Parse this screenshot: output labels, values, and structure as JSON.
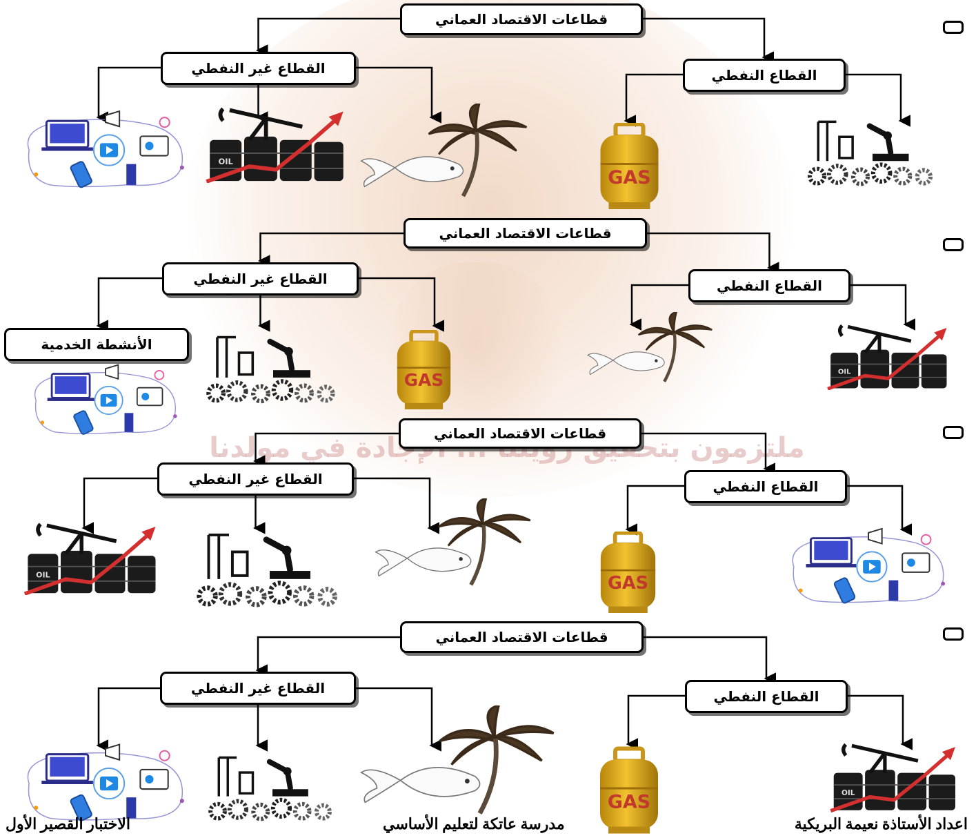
{
  "background": {
    "watermark_text": "ملتزمون بتحقيق رؤيتنا ... الإجادة في مولدنا",
    "accent_color": "#c0392b"
  },
  "questions": [
    {
      "root": "قطاعات الاقتصاد العماني",
      "left_branch": "القطاع غير النفطي",
      "right_branch": "القطاع النفطي",
      "left_items": [
        "media-icon",
        "oil-barrels-icon",
        "palm-fish-icon"
      ],
      "right_items": [
        "gas-cylinder-icon",
        "industry-gears-icon"
      ]
    },
    {
      "root": "قطاعات الاقتصاد العماني",
      "left_branch": "القطاع غير النفطي",
      "right_branch": "القطاع النفطي",
      "services_label": "الأنشطة الخدمية",
      "left_items": [
        "media-icon",
        "industry-gears-icon",
        "gas-cylinder-icon"
      ],
      "right_items": [
        "palm-fish-icon",
        "oil-barrels-icon"
      ]
    },
    {
      "root": "قطاعات الاقتصاد العماني",
      "left_branch": "القطاع غير النفطي",
      "right_branch": "القطاع النفطي",
      "left_items": [
        "oil-barrels-icon",
        "industry-gears-icon",
        "palm-fish-icon"
      ],
      "right_items": [
        "gas-cylinder-icon",
        "media-icon"
      ]
    },
    {
      "root": "قطاعات الاقتصاد العماني",
      "left_branch": "القطاع غير النفطي",
      "right_branch": "القطاع النفطي",
      "left_items": [
        "media-icon",
        "industry-gears-icon",
        "palm-fish-icon"
      ],
      "right_items": [
        "gas-cylinder-icon",
        "oil-barrels-icon"
      ]
    }
  ],
  "image_labels": {
    "gas_text": "GAS",
    "oil_text": "OIL"
  },
  "footer": {
    "author": "اعداد الأستاذة نعيمة البريكية",
    "school": "مدرسة عاتكة لتعليم الأساسي",
    "test": "الاختبار القصير الأول"
  }
}
